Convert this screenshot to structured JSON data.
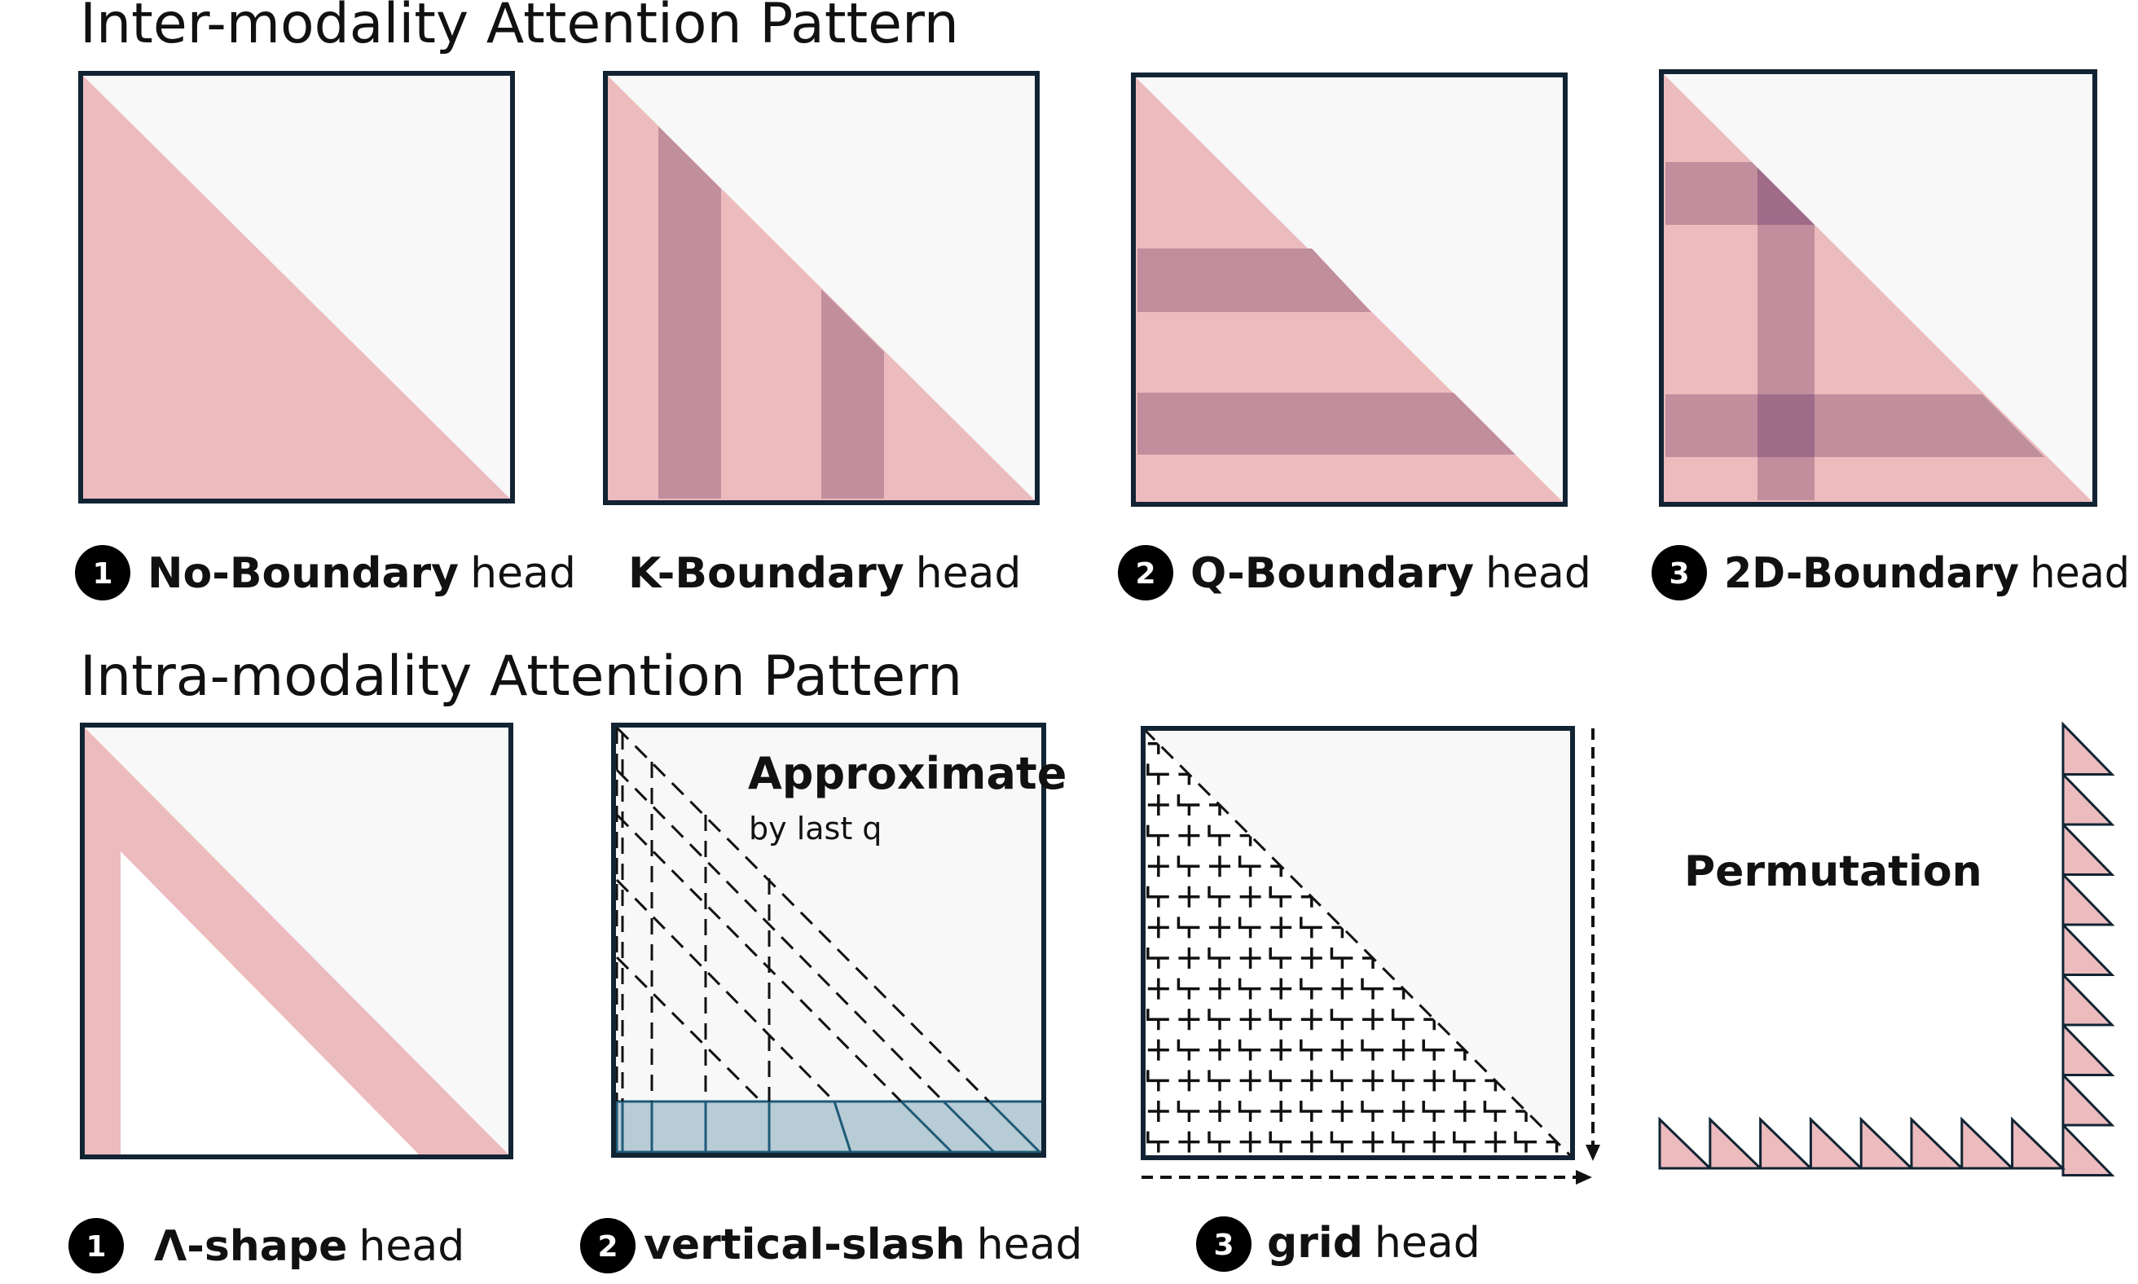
{
  "colors": {
    "panel_border": "#122433",
    "panel_background": "#f8f8f8",
    "attention_fill": "#ecbbbe",
    "boundary_band": "#c08e9c",
    "boundary_overlap": "#9e6c89",
    "approx_fill": "#b8ccd6",
    "approx_stroke": "#1e5a78",
    "badge": "#000000"
  },
  "inter_modality": {
    "title": "Inter-modality Attention Pattern",
    "panels": [
      {
        "badge": "1",
        "name": "No-Boundary",
        "suffix": "head"
      },
      {
        "badge": "",
        "name": "K-Boundary",
        "suffix": "head"
      },
      {
        "badge": "2",
        "name": "Q-Boundary",
        "suffix": "head"
      },
      {
        "badge": "3",
        "name": "2D-Boundary",
        "suffix": "head"
      }
    ]
  },
  "intra_modality": {
    "title": "Intra-modality Attention Pattern",
    "panels": [
      {
        "badge": "1",
        "name": "Λ-shape",
        "suffix": "head"
      },
      {
        "badge": "2",
        "name": "vertical-slash",
        "suffix": "head"
      },
      {
        "badge": "3",
        "name": "grid",
        "suffix": "head"
      }
    ],
    "approximate": {
      "title": "Approximate",
      "subtitle": "by last q"
    },
    "permutation_label": "Permutation"
  }
}
